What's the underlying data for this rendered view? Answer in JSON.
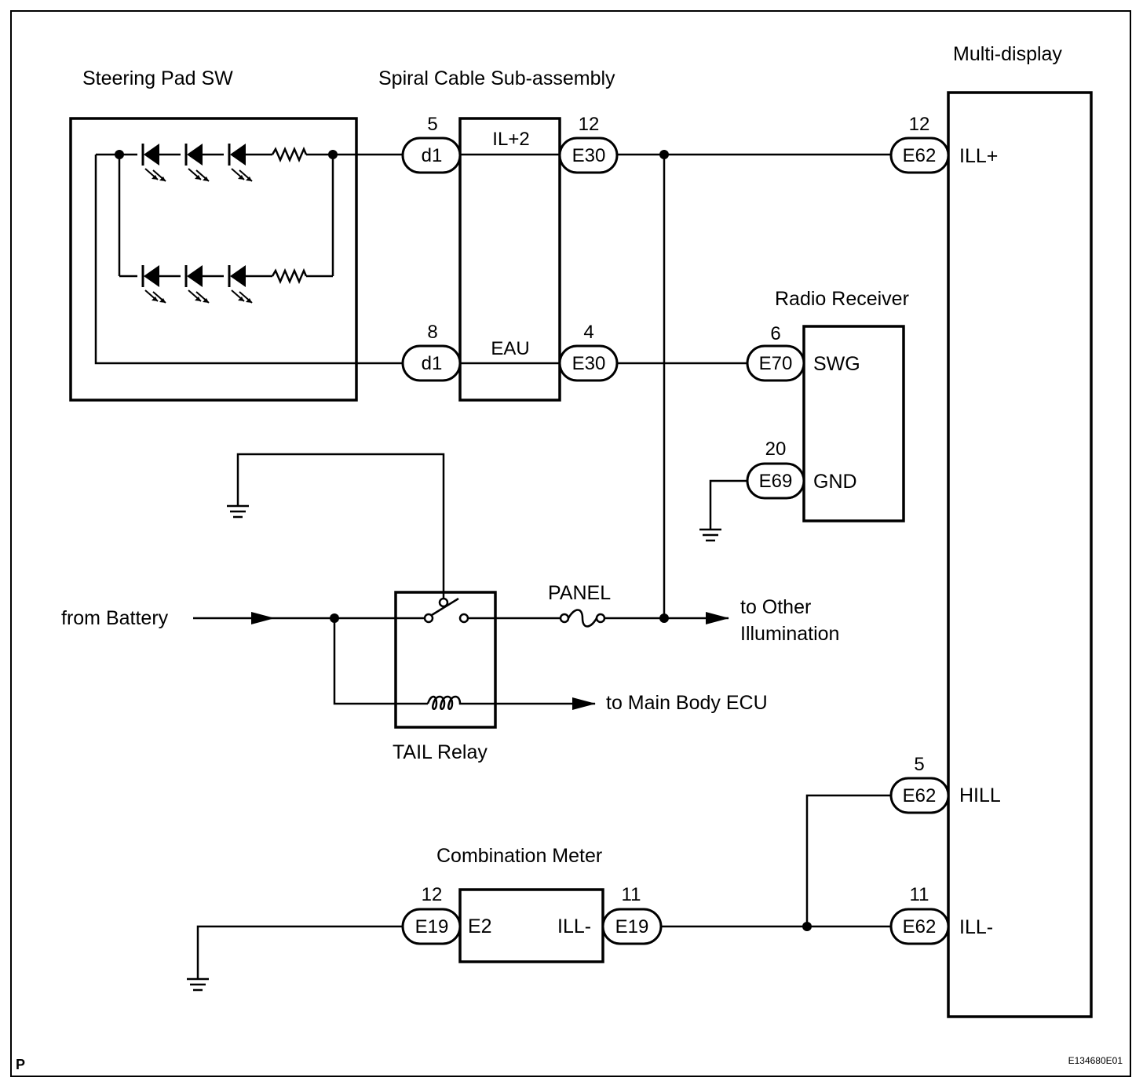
{
  "components": {
    "steering_pad_sw": "Steering Pad SW",
    "spiral_cable": "Spiral Cable Sub-assembly",
    "multi_display": "Multi-display",
    "radio_receiver": "Radio Receiver",
    "tail_relay": "TAIL Relay",
    "combination_meter": "Combination Meter"
  },
  "connectors": {
    "d1_top": {
      "code": "d1",
      "pin": "5"
    },
    "d1_bottom": {
      "code": "d1",
      "pin": "8"
    },
    "e30_top": {
      "code": "E30",
      "pin": "12"
    },
    "e30_bottom": {
      "code": "E30",
      "pin": "4"
    },
    "e62_ill_plus": {
      "code": "E62",
      "pin": "12"
    },
    "e62_hill": {
      "code": "E62",
      "pin": "5"
    },
    "e62_ill_minus": {
      "code": "E62",
      "pin": "11"
    },
    "e70": {
      "code": "E70",
      "pin": "6"
    },
    "e69": {
      "code": "E69",
      "pin": "20"
    },
    "e19_left": {
      "code": "E19",
      "pin": "12"
    },
    "e19_right": {
      "code": "E19",
      "pin": "11"
    }
  },
  "terminals": {
    "il_plus2": "IL+2",
    "eau": "EAU",
    "ill_plus": "ILL+",
    "hill": "HILL",
    "ill_minus": "ILL-",
    "swg": "SWG",
    "gnd": "GND",
    "e2": "E2",
    "meter_ill_minus": "ILL-"
  },
  "labels": {
    "panel": "PANEL",
    "from_battery": "from Battery",
    "to_other_1": "to Other",
    "to_other_2": "Illumination",
    "to_main_body_ecu": "to Main Body ECU"
  },
  "footer": {
    "corner": "P",
    "figure_id": "E134680E01"
  }
}
